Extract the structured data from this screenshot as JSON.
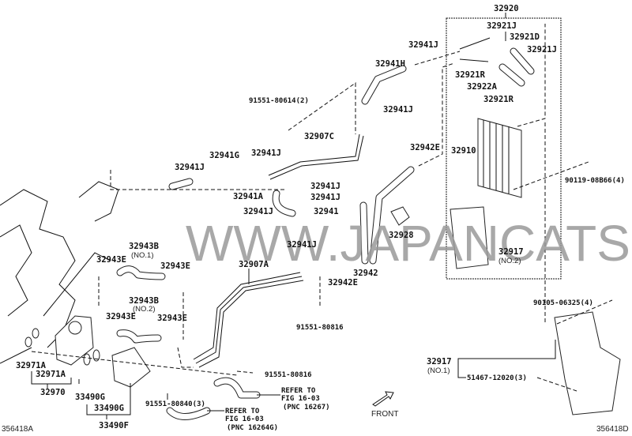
{
  "watermark": "WWW.JAPANCATS.RU",
  "labels": {
    "l32920": "32920",
    "l32921J_a": "32921J",
    "l32921D": "32921D",
    "l32921J_b": "32921J",
    "l32941J_a": "32941J",
    "l32941H": "32941H",
    "l32921R_a": "32921R",
    "l32922A": "32922A",
    "l32921R_b": "32921R",
    "l91551_80614": "91551-80614(2)",
    "l32941J_b": "32941J",
    "l32907C": "32907C",
    "l32942E_a": "32942E",
    "l32910": "32910",
    "l32941G": "32941G",
    "l32941J_c": "32941J",
    "l90119": "90119-08B66(4)",
    "l32941J_d": "32941J",
    "l32941J_e": "32941J",
    "l32941A": "32941A",
    "l32941J_f": "32941J",
    "l32941J_g": "32941J",
    "l32941": "32941",
    "l32928": "32928",
    "l32941J_h": "32941J",
    "l32942": "32942",
    "l32942E_b": "32942E",
    "l32943B_a": "32943B",
    "l32943B_a_sub": "(NO.1)",
    "l32943E_a": "32943E",
    "l32943E_b": "32943E",
    "l32907A": "32907A",
    "l32917_b": "32917",
    "l32917_b_sub": "(NO.2)",
    "l90105": "90105-06325(4)",
    "l32943B_b": "32943B",
    "l32943B_b_sub": "(NO.2)",
    "l32943E_c": "32943E",
    "l32943E_d": "32943E",
    "l91551_80816_a": "91551-80816",
    "l91551_80816_b": "91551-80816",
    "l32917_a": "32917",
    "l32917_a_sub": "(NO.1)",
    "l51467": "51467-12020(3)",
    "l32971A_a": "32971A",
    "l32971A_b": "32971A",
    "l32970": "32970",
    "l33490G_a": "33490G",
    "l33490G_b": "33490G",
    "l33490F": "33490F",
    "l91551_80840": "91551-80840(3)"
  },
  "refs": {
    "ref1": [
      "REFER TO",
      "FIG 16-03",
      "(PNC 16267)"
    ],
    "ref2": [
      "REFER TO",
      "FIG 16-03",
      "(PNC 16264G)"
    ]
  },
  "front_label": "FRONT",
  "codes": {
    "left": "356418A",
    "right": "356418D"
  }
}
